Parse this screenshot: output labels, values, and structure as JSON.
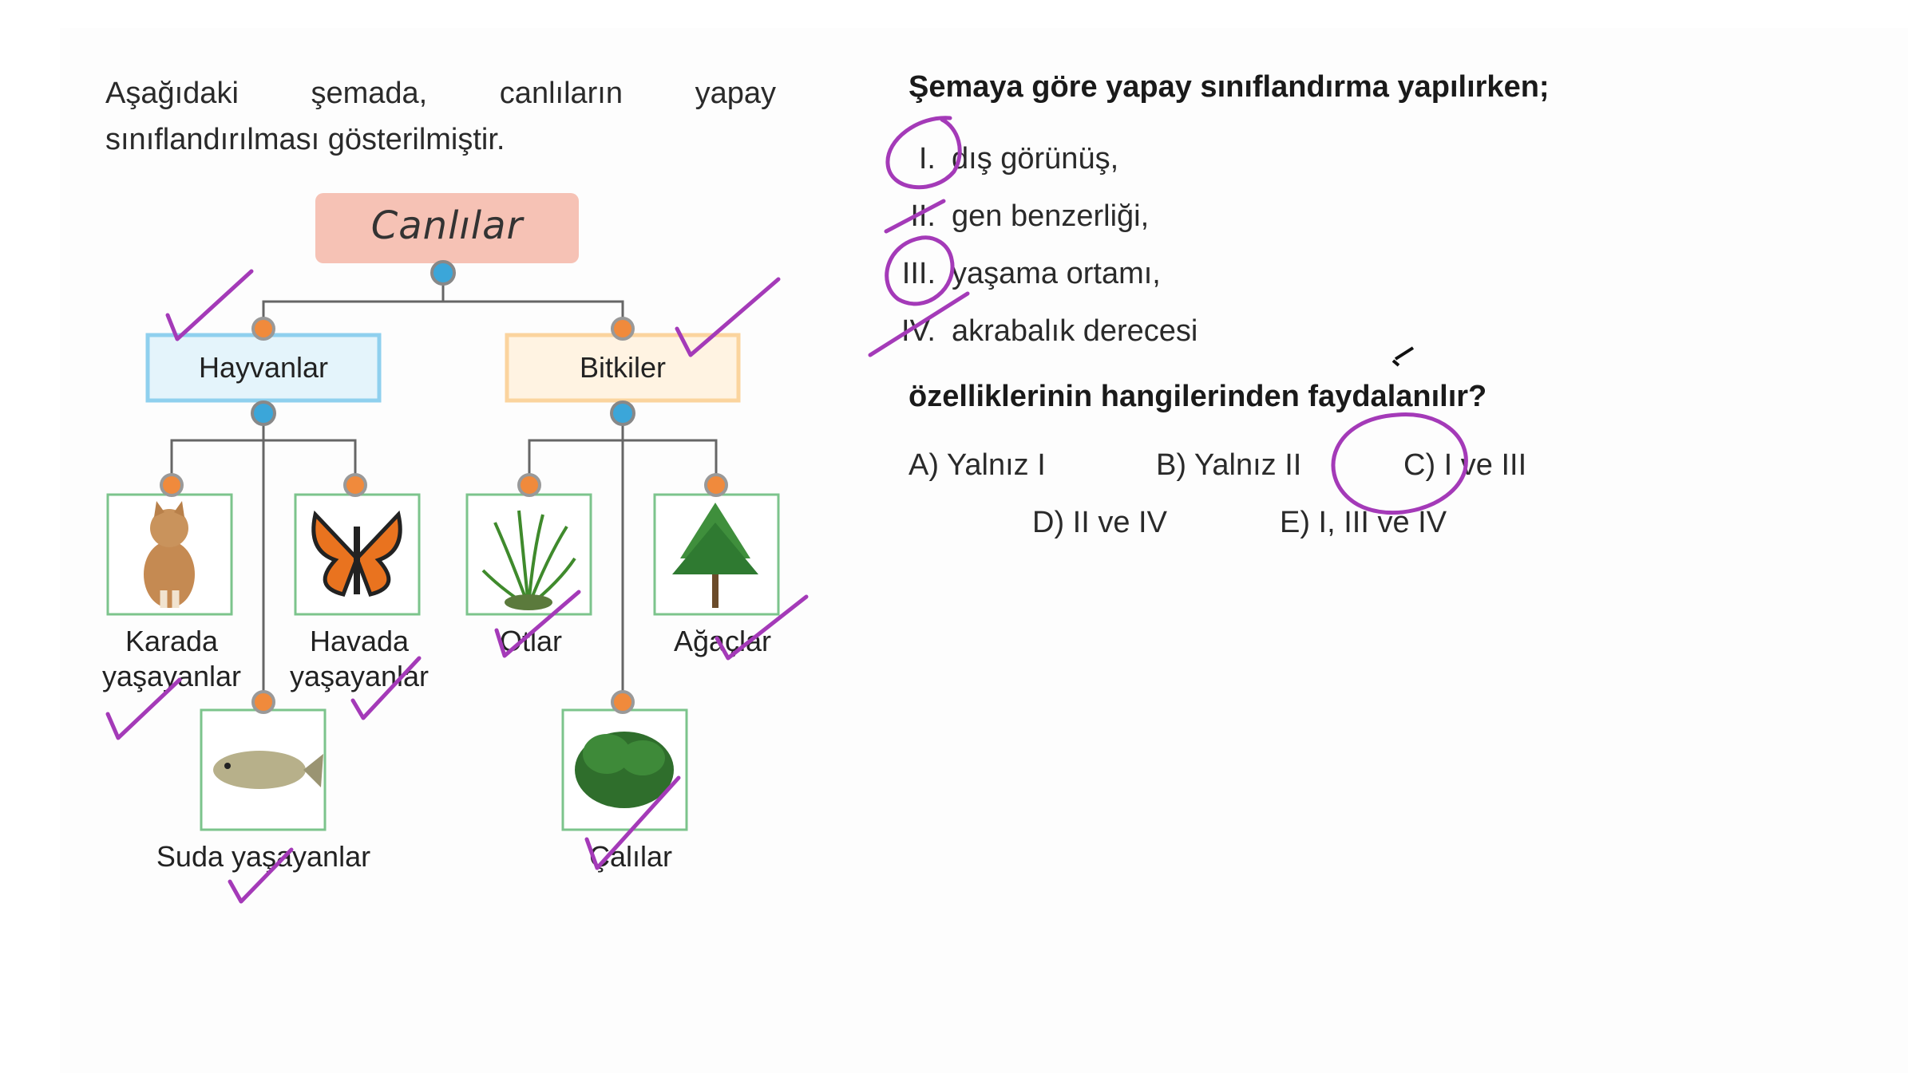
{
  "intro_text": "Aşağıdaki şemada, canlıların yapay sınıflandırılması gösterilmiştir.",
  "diagram": {
    "root": "Canlılar",
    "groups": [
      {
        "label": "Hayvanlar",
        "color": "#a9dcf2"
      },
      {
        "label": "Bitkiler",
        "color": "#fde3bf"
      }
    ],
    "leaves": {
      "karada": "Karada\nyaşayanlar",
      "havada": "Havada\nyaşayanlar",
      "suda": "Suda yaşayanlar",
      "otlar": "Otlar",
      "agaclar": "Ağaçlar",
      "calilar": "Çalılar"
    },
    "root_color": "#f6c2b5",
    "leaf_border_color": "#7cc48c",
    "connector_blue": "#3ba6d9",
    "connector_orange": "#f08a3c"
  },
  "question": {
    "head": "Şemaya göre yapay sınıflandırma yapılırken;",
    "statements": [
      {
        "num": "I.",
        "text": "dış görünüş,"
      },
      {
        "num": "II.",
        "text": "gen benzerliği,"
      },
      {
        "num": "III.",
        "text": "yaşama ortamı,"
      },
      {
        "num": "IV.",
        "text": "akrabalık derecesi"
      }
    ],
    "tail": "özelliklerinin hangilerinden faydalanılır?",
    "options": {
      "a": "A) Yalnız I",
      "b": "B) Yalnız II",
      "c": "C) I ve III",
      "d": "D) II ve IV",
      "e": "E) I, III ve IV"
    }
  },
  "annotation_color": "#a43ab8"
}
